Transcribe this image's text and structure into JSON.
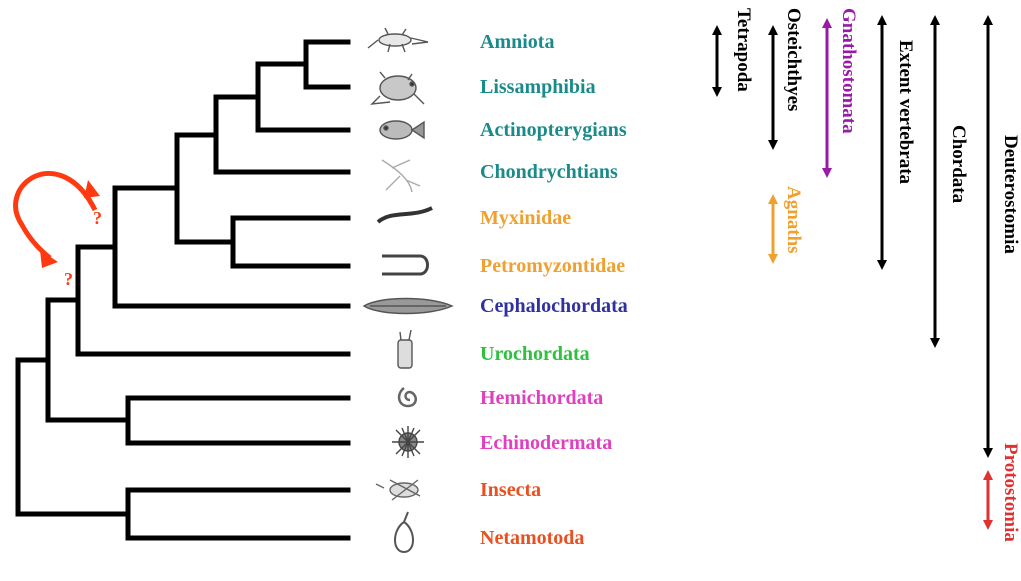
{
  "taxa": [
    {
      "label": "Amniota",
      "color": "#1a8a8a",
      "icon": "lizard-icon"
    },
    {
      "label": "Lissamphibia",
      "color": "#1a8a8a",
      "icon": "frog-icon"
    },
    {
      "label": "Actinopterygians",
      "color": "#1a8a8a",
      "icon": "fish-icon"
    },
    {
      "label": "Chondrychtians",
      "color": "#1a8a8a",
      "icon": "shark-icon"
    },
    {
      "label": "Myxinidae",
      "color": "#f0a030",
      "icon": "hagfish-icon"
    },
    {
      "label": "Petromyzontidae",
      "color": "#f0a030",
      "icon": "lamprey-icon"
    },
    {
      "label": "Cephalochordata",
      "color": "#3030a0",
      "icon": "lancelet-icon"
    },
    {
      "label": "Urochordata",
      "color": "#30c040",
      "icon": "tunicate-icon"
    },
    {
      "label": "Hemichordata",
      "color": "#e040c0",
      "icon": "acorn-worm-icon"
    },
    {
      "label": "Echinodermata",
      "color": "#e040c0",
      "icon": "sea-urchin-icon"
    },
    {
      "label": "Insecta",
      "color": "#e85020",
      "icon": "insect-icon"
    },
    {
      "label": "Netamotoda",
      "color": "#e85020",
      "icon": "nematode-icon"
    }
  ],
  "clades": [
    {
      "label": "Tetrapoda",
      "color": "#000000"
    },
    {
      "label": "Osteichthyes",
      "color": "#000000"
    },
    {
      "label": "Gnathostomata",
      "color": "#9a1aa8"
    },
    {
      "label": "Agnaths",
      "color": "#f0a030"
    },
    {
      "label": "Extent vertebrata",
      "color": "#000000"
    },
    {
      "label": "Chordata",
      "color": "#000000"
    },
    {
      "label": "Deuterostomia",
      "color": "#000000"
    },
    {
      "label": "Protostomia",
      "color": "#e03030"
    }
  ],
  "question_marks": [
    "?",
    "?"
  ],
  "annotation_color": "#ff3a10",
  "tree_color": "#000000"
}
